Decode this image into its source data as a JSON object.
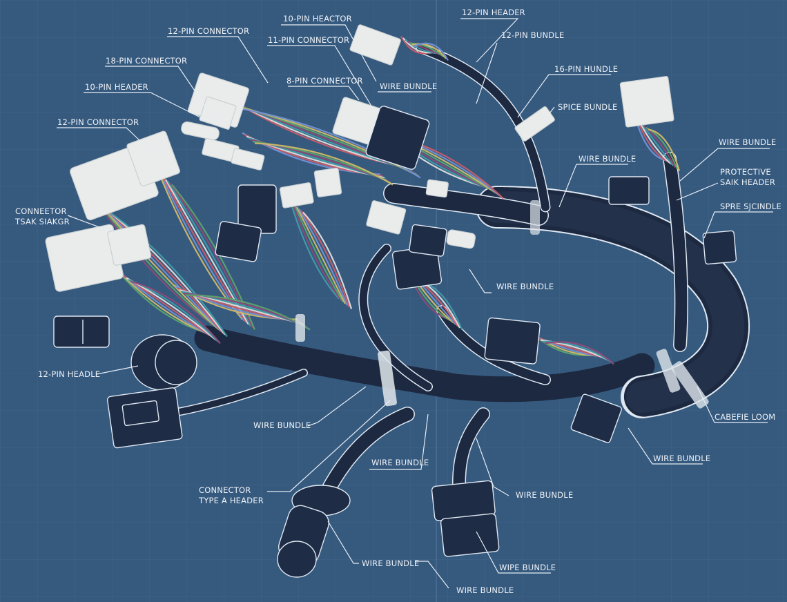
{
  "diagram": {
    "title": "Wire harness blueprint",
    "colors": {
      "background": "#36597e",
      "grid": "#4a6d93",
      "cable": "#1d2940",
      "label": "#eef3f8",
      "connector_white": "#e9ecea",
      "connector_dark": "#1f2c46"
    },
    "wire_colors": [
      "#8a4b7a",
      "#5aa06d",
      "#c9b56a",
      "#6f8fd0",
      "#c45c6a",
      "#d8d8d8",
      "#3f9aa6"
    ],
    "labels": [
      {
        "id": "l01",
        "text": "12-PIN CONNECTOR"
      },
      {
        "id": "l02",
        "text": "18-PIN CONNECTOR"
      },
      {
        "id": "l03",
        "text": "10-PIN HEADER"
      },
      {
        "id": "l04",
        "text": "12-PIN CONNECTOR"
      },
      {
        "id": "l05",
        "text": "10-PIN HEACTOR"
      },
      {
        "id": "l06",
        "text": "11-PIN CONNECTOR"
      },
      {
        "id": "l07",
        "text": "8-PIN CONNECTOR"
      },
      {
        "id": "l08",
        "text": "WIRE BUNDLE"
      },
      {
        "id": "l09",
        "text": "12-PIN HEADER"
      },
      {
        "id": "l10",
        "text": "12-PIN BUNDLE"
      },
      {
        "id": "l11",
        "text": "16-PIN HUNDLE"
      },
      {
        "id": "l12",
        "text": "SPICE BUNDLE"
      },
      {
        "id": "l13",
        "text": "WIRE BUNDLE"
      },
      {
        "id": "l14",
        "text": "WIRE BUNDLE"
      },
      {
        "id": "l15a",
        "text": "PROTECTIVE"
      },
      {
        "id": "l15b",
        "text": "SAIK HEADER"
      },
      {
        "id": "l16",
        "text": "SPRE SJCINDLE"
      },
      {
        "id": "l17a",
        "text": "CONNEETOR"
      },
      {
        "id": "l17b",
        "text": "TSAK SIAKGR"
      },
      {
        "id": "l18",
        "text": "WIRE BUNDLE"
      },
      {
        "id": "l19",
        "text": "12-PIN HEADLE"
      },
      {
        "id": "l20",
        "text": "WIRE BUNDLE"
      },
      {
        "id": "l21",
        "text": "WIRE BUNDLE"
      },
      {
        "id": "l22",
        "text": "CABEFIE LOOM"
      },
      {
        "id": "l23",
        "text": "WIRE BUNDLE"
      },
      {
        "id": "l24a",
        "text": "CONNECTOR"
      },
      {
        "id": "l24b",
        "text": "TYPE A HEADER"
      },
      {
        "id": "l25",
        "text": "WIRE BUNDLE"
      },
      {
        "id": "l26",
        "text": "WIRE BUNDLE"
      },
      {
        "id": "l27",
        "text": "WIPE BUNDLE"
      },
      {
        "id": "l28",
        "text": "WIRE BUNDLE"
      }
    ]
  }
}
